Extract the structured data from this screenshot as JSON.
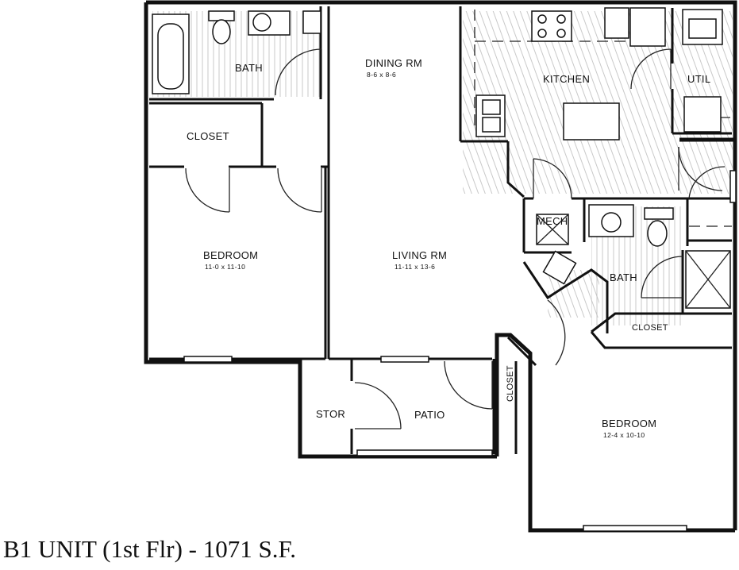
{
  "caption": "B1 UNIT (1st Flr) - 1071 S.F.",
  "rooms": {
    "bath1": {
      "name": "BATH"
    },
    "closet1": {
      "name": "CLOSET"
    },
    "dining": {
      "name": "DINING RM",
      "dims": "8-6 x 8-6"
    },
    "kitchen": {
      "name": "KITCHEN"
    },
    "util": {
      "name": "UTIL"
    },
    "mech": {
      "name": "MECH"
    },
    "bedroom1": {
      "name": "BEDROOM",
      "dims": "11-0 x 11-10"
    },
    "living": {
      "name": "LIVING RM",
      "dims": "11-11 x 13-6"
    },
    "bath2": {
      "name": "BATH"
    },
    "closet2": {
      "name": "CLOSET"
    },
    "closet3": {
      "name": "CLOSET"
    },
    "stor": {
      "name": "STOR"
    },
    "patio": {
      "name": "PATIO"
    },
    "bedroom2": {
      "name": "BEDROOM",
      "dims": "12-4 x 10-10"
    }
  }
}
